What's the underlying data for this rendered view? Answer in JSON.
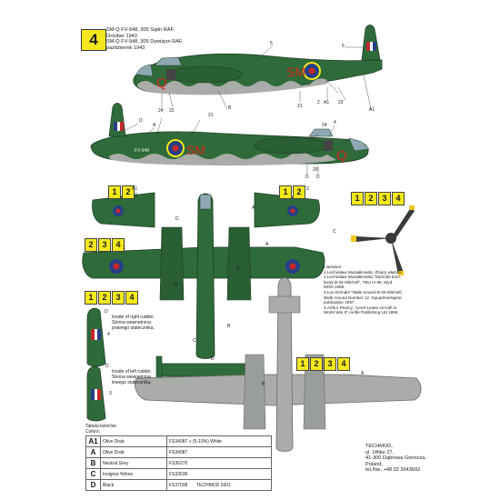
{
  "profile_number": "4",
  "title_lines": [
    "SM-Q FV-948, 305 Sqdn RAF,",
    "October 1943",
    "SM-Q FV-948, 305 Dywizjon RAF,",
    "październik 1943"
  ],
  "view_tags": {
    "upper_left": [
      "1",
      "2"
    ],
    "upper_right": [
      "1",
      "2"
    ],
    "propeller": [
      "1",
      "2",
      "3",
      "4"
    ],
    "upper_wing": [
      "2",
      "3",
      "4"
    ],
    "rudder": [
      "1",
      "2",
      "3",
      "4"
    ],
    "lower": [
      "1",
      "2",
      "3",
      "4"
    ]
  },
  "callouts": {
    "side_top": [
      "5",
      "A1",
      "A1",
      "2",
      "21",
      "23",
      "22",
      "24",
      "23",
      "A1",
      "21",
      "24",
      "B"
    ],
    "side_bottom": [
      "21",
      "D",
      "A",
      "24",
      "4",
      "B",
      "2",
      "D",
      "D",
      "20"
    ],
    "wing_left": [
      "A1",
      "3"
    ],
    "wing_right": [
      "3",
      "A"
    ],
    "upper": [
      "D",
      "1",
      "A",
      "A",
      "D",
      "B",
      "C"
    ],
    "propeller": [
      "C"
    ],
    "rudder": [
      "D",
      "4",
      "D",
      "3"
    ],
    "lower": [
      "A",
      "B",
      "D"
    ]
  },
  "side_serials": [
    "FV-948",
    "FV-948"
  ],
  "side_codes": [
    "SM",
    "Q",
    "SM",
    "Q"
  ],
  "literature": {
    "heading": "Literature:",
    "items": [
      "1.Lechosław Musiałkowski, Zbiory własne.",
      "2.Lechosław Musiałkowski,\"Samolot bom-",
      "bowy B-25 Mitchell\", TBU nr 89, Wyd.",
      "MON 1985.",
      "3.Lou Drendel \"Walk Around B-25 Mitchell,",
      "Walk Around Number 12. Squadron/signal",
      "publication 1997.",
      "4.Arthur Pearcy, \"Lend-Lease Aircraft in",
      "World War II\",Airlife Publishing Ltd 1996."
    ]
  },
  "notes": {
    "right_rudder": [
      "Inside of right rudder.",
      "Strona wewnętrzna",
      "prawego statecznika."
    ],
    "left_rudder": [
      "Inside of left rudder.",
      "Strona wewnętrzna",
      "lewego statecznika."
    ]
  },
  "colors_heading": [
    "Tabela kolorów:",
    "Colors:"
  ],
  "colors_table": [
    {
      "key": "A1",
      "name": "Olive Drab",
      "code": "FS34087 + (5-10%) White",
      "swatch": "#6a6a42"
    },
    {
      "key": "A",
      "name": "Olive Drab",
      "code": "FS34087",
      "swatch": "#545834"
    },
    {
      "key": "B",
      "name": "Neutral Grey",
      "code": "FS36270",
      "swatch": "#9a9e9a"
    },
    {
      "key": "C",
      "name": "Insignia Yellow",
      "code": "FS33538",
      "swatch": "#f4c61c"
    },
    {
      "key": "D",
      "name": "Black",
      "code": "FS37038",
      "swatch": "#111111"
    }
  ],
  "address": [
    "TECHMOD,",
    "ul. Ułhke 27,",
    "41-300 Dąbrowa Górnicza,",
    "Poland,",
    "tel./fax. +48 32 2643692"
  ],
  "footer": "TECHMOD 2001",
  "palette": {
    "upper_green": "#2f6b3a",
    "dark_green": "#225530",
    "underside_grey": "#a9aca8",
    "roundel_blue": "#263f86",
    "roundel_red": "#c4282a",
    "code_red": "#d3291f",
    "yellow": "#f4e81c"
  }
}
